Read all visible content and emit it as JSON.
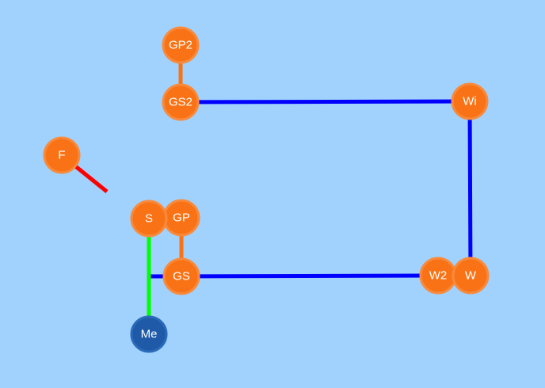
{
  "colors": {
    "background": "#a0d2fd",
    "node_fill": "#f97316",
    "node_stroke": "#f98a3c",
    "me_fill": "#1e5aa8",
    "me_stroke": "#2a6ab8",
    "link_blue": "#0000ff",
    "link_orange": "#f97316",
    "link_green": "#00ff00",
    "link_red": "#ff0000"
  },
  "nodes": [
    {
      "id": "GP2",
      "label": "GP2",
      "kind": "device"
    },
    {
      "id": "GS2",
      "label": "GS2",
      "kind": "device"
    },
    {
      "id": "Wi",
      "label": "Wi",
      "kind": "device"
    },
    {
      "id": "F",
      "label": "F",
      "kind": "device"
    },
    {
      "id": "S",
      "label": "S",
      "kind": "device"
    },
    {
      "id": "GP",
      "label": "GP",
      "kind": "device"
    },
    {
      "id": "GS",
      "label": "GS",
      "kind": "device"
    },
    {
      "id": "W2",
      "label": "W2",
      "kind": "device"
    },
    {
      "id": "W",
      "label": "W",
      "kind": "device"
    },
    {
      "id": "Me",
      "label": "Me",
      "kind": "self"
    }
  ]
}
